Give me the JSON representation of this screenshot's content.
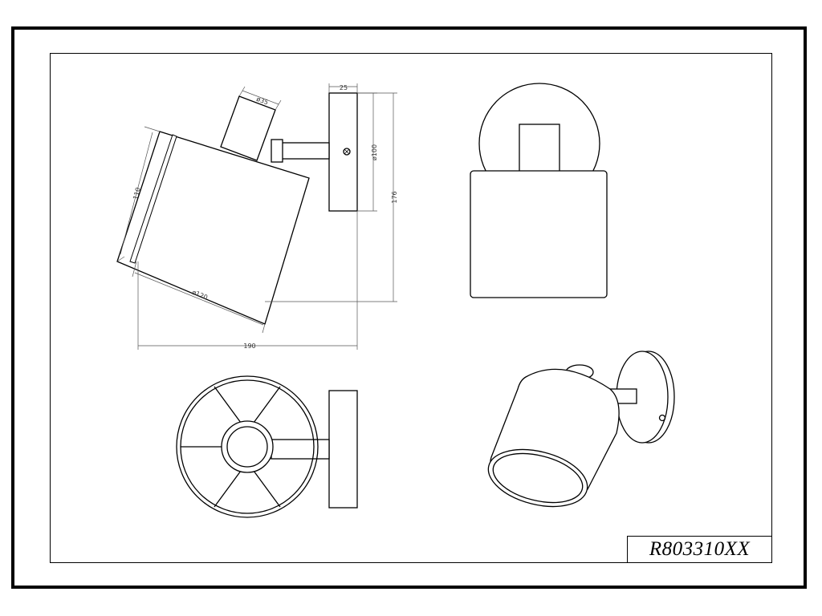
{
  "drawing": {
    "model_number": "R803310XX",
    "dimensions": {
      "dia_35": "ø35",
      "d25": "25",
      "dia_100": "ø100",
      "h176": "176",
      "h110": "110",
      "dia_120": "ø120",
      "w190": "190"
    }
  }
}
